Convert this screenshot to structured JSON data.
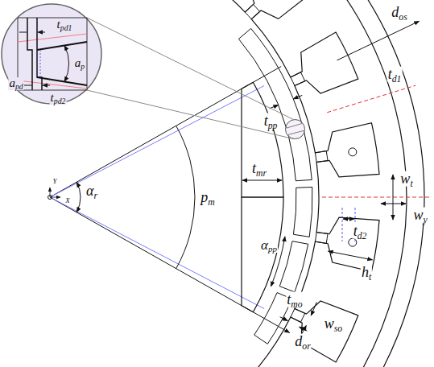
{
  "diagram": {
    "labels": [
      "apd",
      "tpd1",
      "ap",
      "tpd2",
      "dos",
      "td1",
      "Y",
      "X",
      "αr",
      "pm",
      "tmr",
      "tpp",
      "wt",
      "αpp",
      "td2",
      "wy",
      "ht",
      "dor",
      "tmo",
      "wso"
    ]
  }
}
